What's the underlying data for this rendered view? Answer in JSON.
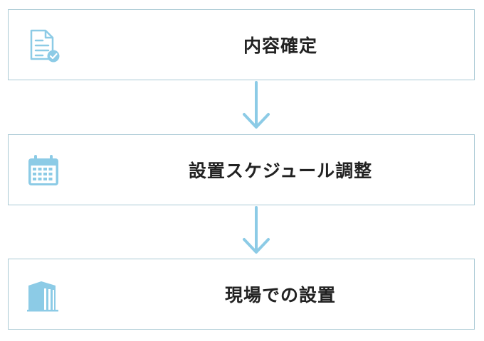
{
  "steps": [
    {
      "label": "内容確定",
      "icon": "document-check-icon"
    },
    {
      "label": "設置スケジュール調整",
      "icon": "calendar-icon"
    },
    {
      "label": "現場での設置",
      "icon": "building-icon"
    }
  ],
  "colors": {
    "accent": "#8ccbe6",
    "border": "#a9c9d4",
    "text": "#222222"
  }
}
